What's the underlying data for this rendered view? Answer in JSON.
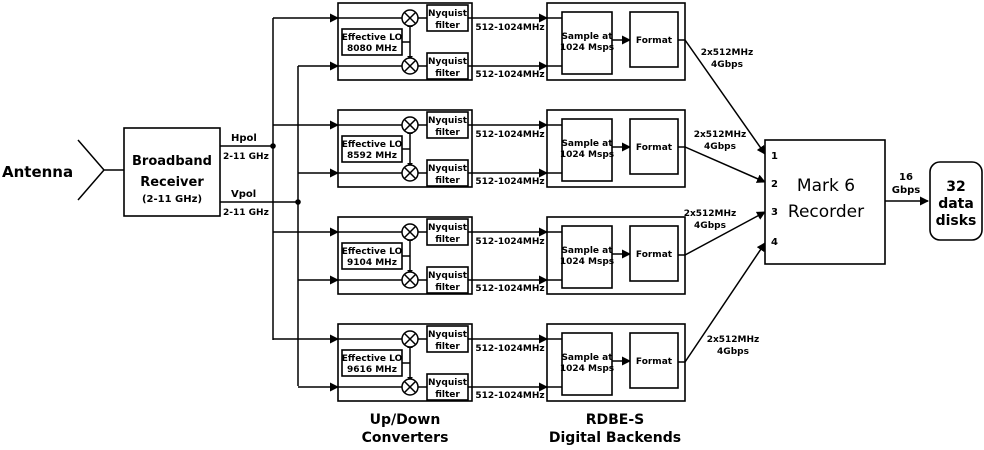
{
  "antenna": "Antenna",
  "receiver": {
    "line1": "Broadband",
    "line2": "Receiver",
    "line3": "(2-11 GHz)"
  },
  "hpol": {
    "name": "Hpol",
    "range": "2-11 GHz"
  },
  "vpol": {
    "name": "Vpol",
    "range": "2-11 GHz"
  },
  "nyquist": {
    "line1": "Nyquist",
    "line2": "filter"
  },
  "if_band": "512-1024MHz",
  "sampler": {
    "line1": "Sample at",
    "line2": "1024 Msps"
  },
  "format": "Format",
  "converters": [
    {
      "lo_line1": "Effective LO",
      "lo_line2": "8080 MHz"
    },
    {
      "lo_line1": "Effective LO",
      "lo_line2": "8592 MHz"
    },
    {
      "lo_line1": "Effective LO",
      "lo_line2": "9104 MHz"
    },
    {
      "lo_line1": "Effective LO",
      "lo_line2": "9616 MHz"
    }
  ],
  "links": {
    "line1": "2x512MHz",
    "line2": "4Gbps"
  },
  "recorder": {
    "line1": "Mark 6",
    "line2": "Recorder",
    "inputs": [
      "1",
      "2",
      "3",
      "4"
    ]
  },
  "output_rate": {
    "line1": "16",
    "line2": "Gbps"
  },
  "disks": {
    "line1": "32",
    "line2": "data",
    "line3": "disks"
  },
  "labels": {
    "converters_line1": "Up/Down",
    "converters_line2": "Converters",
    "backends_line1": "RDBE-S",
    "backends_line2": "Digital Backends"
  }
}
